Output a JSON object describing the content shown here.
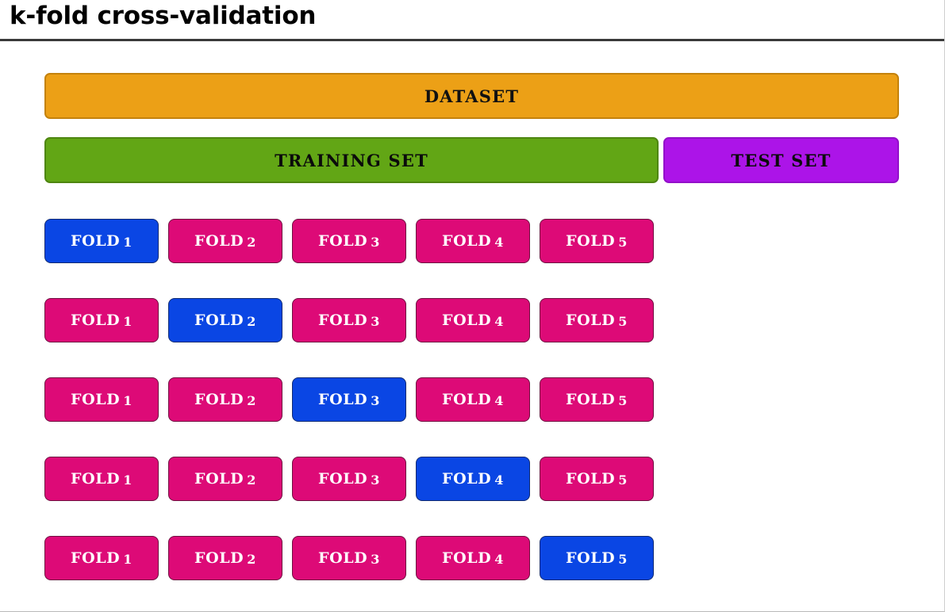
{
  "header": {
    "title": "k-fold cross-validation"
  },
  "diagram": {
    "dataset_label": "DATASET",
    "training_label": "TRAINING SET",
    "test_label": "TEST SET",
    "fold_word": "FOLD",
    "colors": {
      "dataset": "#ECA016",
      "training": "#62A615",
      "test": "#AC14E8",
      "fold_idle": "#DD0A77",
      "fold_active": "#0A46E4",
      "text_dark": "#111111",
      "text_light": "#FFFFFF"
    },
    "rows": [
      {
        "row_index": 1,
        "folds": [
          {
            "label": "FOLD",
            "number": "1",
            "state": "active"
          },
          {
            "label": "FOLD",
            "number": "2",
            "state": "idle"
          },
          {
            "label": "FOLD",
            "number": "3",
            "state": "idle"
          },
          {
            "label": "FOLD",
            "number": "4",
            "state": "idle"
          },
          {
            "label": "FOLD",
            "number": "5",
            "state": "idle"
          }
        ]
      },
      {
        "row_index": 2,
        "folds": [
          {
            "label": "FOLD",
            "number": "1",
            "state": "idle"
          },
          {
            "label": "FOLD",
            "number": "2",
            "state": "active"
          },
          {
            "label": "FOLD",
            "number": "3",
            "state": "idle"
          },
          {
            "label": "FOLD",
            "number": "4",
            "state": "idle"
          },
          {
            "label": "FOLD",
            "number": "5",
            "state": "idle"
          }
        ]
      },
      {
        "row_index": 3,
        "folds": [
          {
            "label": "FOLD",
            "number": "1",
            "state": "idle"
          },
          {
            "label": "FOLD",
            "number": "2",
            "state": "idle"
          },
          {
            "label": "FOLD",
            "number": "3",
            "state": "active"
          },
          {
            "label": "FOLD",
            "number": "4",
            "state": "idle"
          },
          {
            "label": "FOLD",
            "number": "5",
            "state": "idle"
          }
        ]
      },
      {
        "row_index": 4,
        "folds": [
          {
            "label": "FOLD",
            "number": "1",
            "state": "idle"
          },
          {
            "label": "FOLD",
            "number": "2",
            "state": "idle"
          },
          {
            "label": "FOLD",
            "number": "3",
            "state": "idle"
          },
          {
            "label": "FOLD",
            "number": "4",
            "state": "active"
          },
          {
            "label": "FOLD",
            "number": "5",
            "state": "idle"
          }
        ]
      },
      {
        "row_index": 5,
        "folds": [
          {
            "label": "FOLD",
            "number": "1",
            "state": "idle"
          },
          {
            "label": "FOLD",
            "number": "2",
            "state": "idle"
          },
          {
            "label": "FOLD",
            "number": "3",
            "state": "idle"
          },
          {
            "label": "FOLD",
            "number": "4",
            "state": "idle"
          },
          {
            "label": "FOLD",
            "number": "5",
            "state": "active"
          }
        ]
      }
    ]
  }
}
